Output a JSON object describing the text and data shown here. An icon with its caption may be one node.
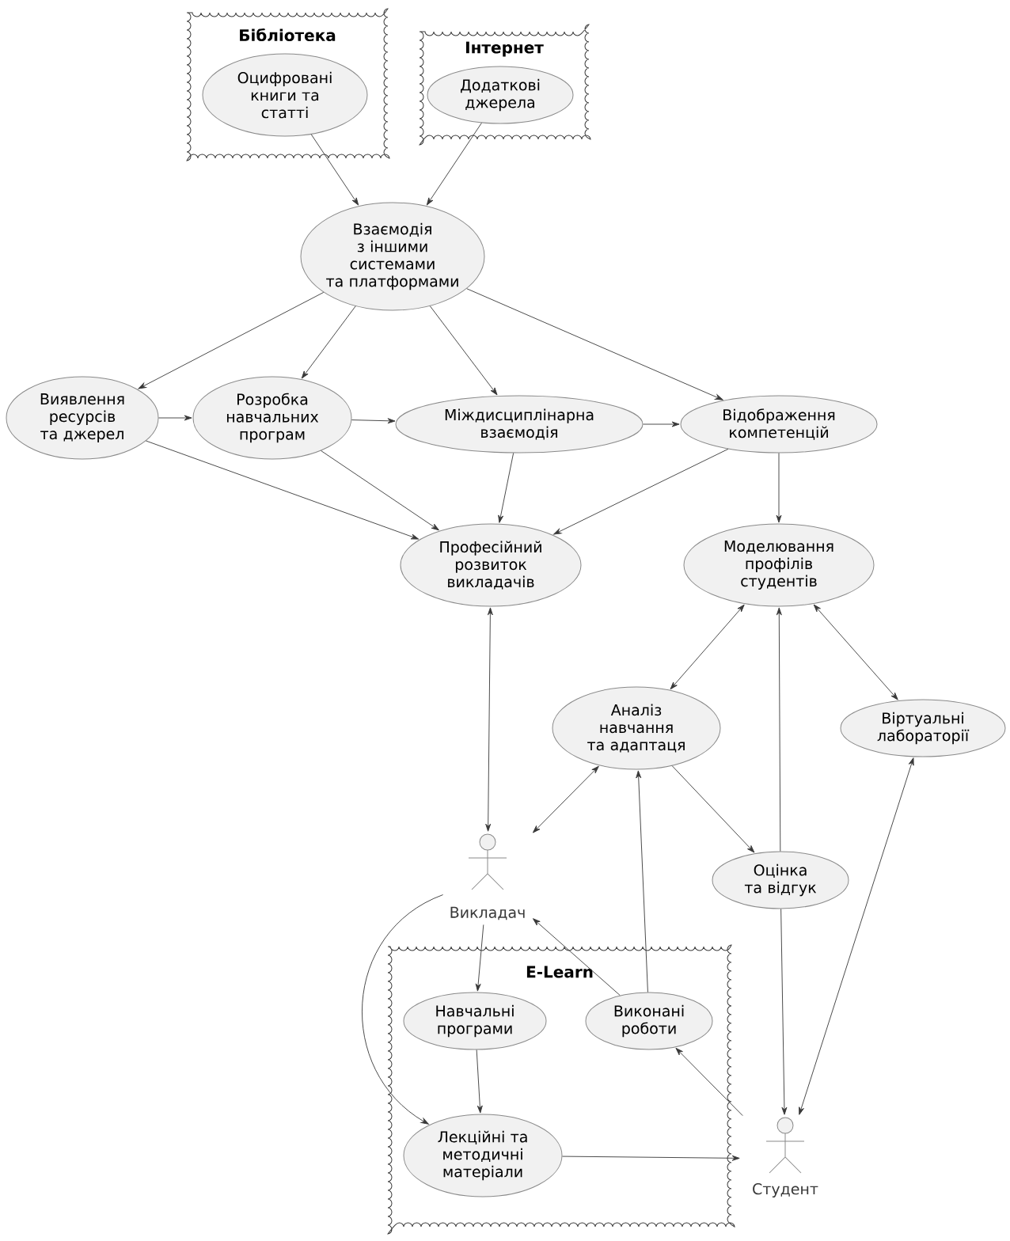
{
  "diagram": {
    "nodes": [
      {
        "text": [
          "Бібліотека"
        ]
      },
      {
        "text": [
          "Оцифровані книги та статті"
        ],
        "in": 0
      },
      {
        "text": [
          "Інтернет"
        ]
      },
      {
        "text": [
          "Додаткові джерела"
        ],
        "in": 2
      },
      {
        "text": [
          "Взаємодія з іншими системами та платформами"
        ]
      },
      {
        "text": [
          "Виявлення ресурсів та джерел"
        ]
      },
      {
        "text": [
          "Розробка навчальних програм"
        ]
      },
      {
        "text": [
          "Міждисциплінарна взаємодія"
        ]
      },
      {
        "text": [
          "Відображення компетенцій"
        ]
      },
      {
        "text": [
          "Професійний розвиток викладачів"
        ]
      },
      {
        "text": [
          "Моделювання профілів студентів"
        ]
      },
      {
        "text": [
          "Аналіз навчання та адаптаця"
        ]
      },
      {
        "text": [
          "Віртуальні лабораторії"
        ]
      },
      {
        "text": [
          "Викладач"
        ]
      },
      {
        "text": [
          "Оцінка та відгук"
        ]
      },
      {
        "text": [
          "E-Learn"
        ]
      },
      {
        "text": [
          "Навчальні програми"
        ],
        "in": 15
      },
      {
        "text": [
          "Виконані роботи"
        ],
        "in": 15
      },
      {
        "text": [
          "Лекційні та методичні матеріали"
        ],
        "in": 15
      },
      {
        "text": [
          "Студент"
        ]
      }
    ],
    "edges": [
      {
        "from": 1,
        "to": 4,
        "arrow": "to"
      },
      {
        "from": 3,
        "to": 4,
        "arrow": "to"
      },
      {
        "from": 4,
        "to": 5,
        "arrow": "to"
      },
      {
        "from": 4,
        "to": 6,
        "arrow": "to"
      },
      {
        "from": 4,
        "to": 7,
        "arrow": "to"
      },
      {
        "from": 4,
        "to": 8,
        "arrow": "to"
      },
      {
        "from": 5,
        "to": 6,
        "arrow": "to"
      },
      {
        "from": 6,
        "to": 7,
        "arrow": "to"
      },
      {
        "from": 7,
        "to": 8,
        "arrow": "to"
      },
      {
        "from": 5,
        "to": 9,
        "arrow": "to"
      },
      {
        "from": 6,
        "to": 9,
        "arrow": "to"
      },
      {
        "from": 7,
        "to": 9,
        "arrow": "to"
      },
      {
        "from": 8,
        "to": 9,
        "arrow": "to"
      },
      {
        "from": 8,
        "to": 10,
        "arrow": "to"
      },
      {
        "from": 9,
        "to": 13,
        "arrow": "both"
      },
      {
        "from": 10,
        "to": 11,
        "arrow": "both"
      },
      {
        "from": 10,
        "to": 12,
        "arrow": "both"
      },
      {
        "from": 11,
        "to": 13,
        "arrow": "both"
      },
      {
        "from": 11,
        "to": 14,
        "arrow": "to"
      },
      {
        "from": 14,
        "to": 10,
        "arrow": "to"
      },
      {
        "from": 17,
        "to": 11,
        "arrow": "to"
      },
      {
        "from": 17,
        "to": 13,
        "arrow": "to"
      },
      {
        "from": 13,
        "to": 16,
        "arrow": "to"
      },
      {
        "from": 16,
        "to": 18,
        "arrow": "to"
      },
      {
        "from": 13,
        "to": 18,
        "arrow": "to"
      },
      {
        "from": 18,
        "to": 19,
        "arrow": "to"
      },
      {
        "from": 14,
        "to": 19,
        "arrow": "to"
      },
      {
        "from": 12,
        "to": 19,
        "arrow": "both"
      },
      {
        "from": 19,
        "to": 17,
        "arrow": "to"
      }
    ]
  }
}
